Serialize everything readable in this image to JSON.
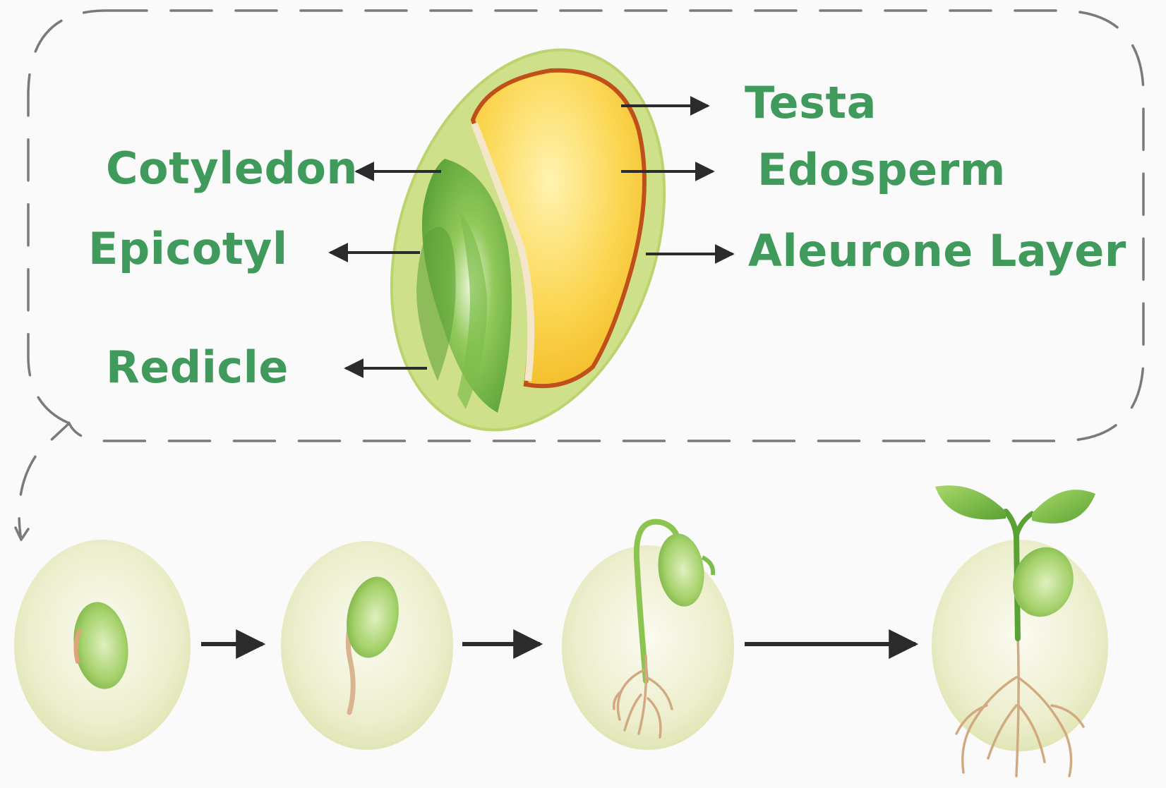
{
  "labels": {
    "cotyledon": "Cotyledon",
    "epicotyl": "Epicotyl",
    "radicle": "Redicle",
    "testa": "Testa",
    "endosperm": "Edosperm",
    "aleurone": "Aleurone Layer"
  },
  "colors": {
    "label_text": "#3f9a5c",
    "arrow": "#2b2b2b",
    "seed_outer": "#cfe08a",
    "endosperm": "#f7c62c",
    "testa_line": "#c0501a",
    "embryo": "#6fb544",
    "soil_ball": "#e9ebc8",
    "root": "#d8b08a",
    "leaf": "#6fb544",
    "bubble_border": "#7a7a7a"
  },
  "icons": {
    "seed_section": "seed-cross-section-icon",
    "stage_1": "seed-in-soil-icon",
    "stage_2": "germinating-seed-icon",
    "stage_3": "emerging-seedling-icon",
    "stage_4": "young-plant-icon"
  }
}
